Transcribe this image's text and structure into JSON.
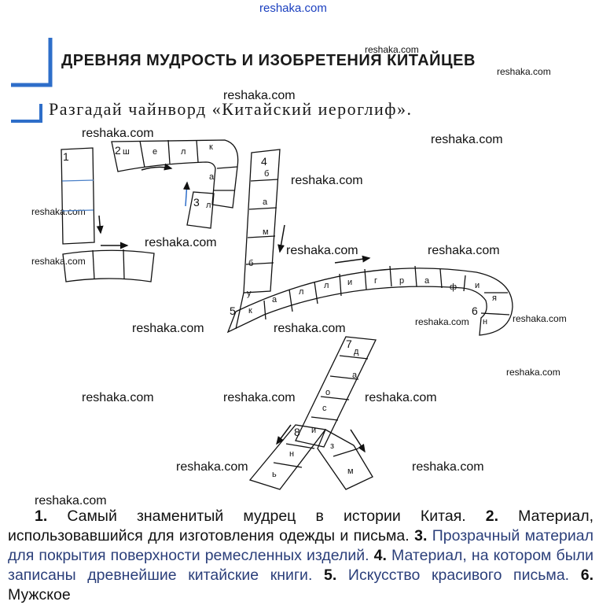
{
  "watermark": "reshaka.com",
  "heading": "ДРЕВНЯЯ МУДРОСТЬ И ИЗОБРЕТЕНИЯ КИТАЙЦЕВ",
  "task": "Разгадай чайнворд «Китайский иероглиф».",
  "accent_color": "#2e6ec9",
  "puzzle": {
    "numbers": [
      "1",
      "2",
      "3",
      "4",
      "5",
      "6",
      "7",
      "8"
    ],
    "word2": [
      "ш",
      "е",
      "л",
      "к",
      "а",
      "л"
    ],
    "word4": [
      "б",
      "а",
      "м",
      "б",
      "у"
    ],
    "word5": [
      "к",
      "а",
      "л",
      "л",
      "и",
      "г",
      "р",
      "а",
      "ф",
      "и",
      "я"
    ],
    "word6_extra": [
      "н"
    ],
    "word7": [
      "д",
      "а",
      "о",
      "с",
      "и"
    ],
    "word8": [
      "н",
      "ь"
    ],
    "branch_right": [
      "з",
      "м"
    ]
  },
  "clues": [
    {
      "num": "1.",
      "text": " Самый знаменитый мудрец в истории Китая. "
    },
    {
      "num": "2.",
      "text": " Материал, использовавшийся для изготовления одежды и письма. "
    },
    {
      "num": "3.",
      "text": " Прозрачный материал для покрытия поверхности ремесленных изделий. "
    },
    {
      "num": "4.",
      "text": " Материал, на котором были записаны древнейшие китайские книги. "
    },
    {
      "num": "5.",
      "text": " Искусство красивого письма. "
    },
    {
      "num": "6.",
      "text": " Мужское"
    }
  ]
}
